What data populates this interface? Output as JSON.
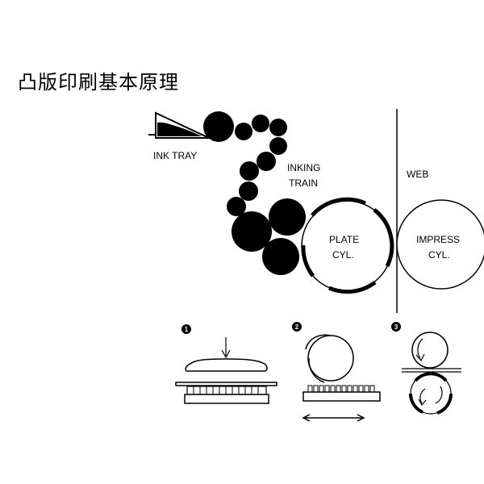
{
  "title": "凸版印刷基本原理",
  "labels": {
    "ink_tray": "INK TRAY",
    "inking_train_line1": "INKING",
    "inking_train_line2": "TRAIN",
    "web": "WEB",
    "plate_line1": "PLATE",
    "plate_line2": "CYL.",
    "impress_line1": "IMPRESS",
    "impress_line2": "CYL."
  },
  "steps": [
    "1",
    "2",
    "3"
  ],
  "colors": {
    "ink": "#000000",
    "paper": "#ffffff"
  }
}
